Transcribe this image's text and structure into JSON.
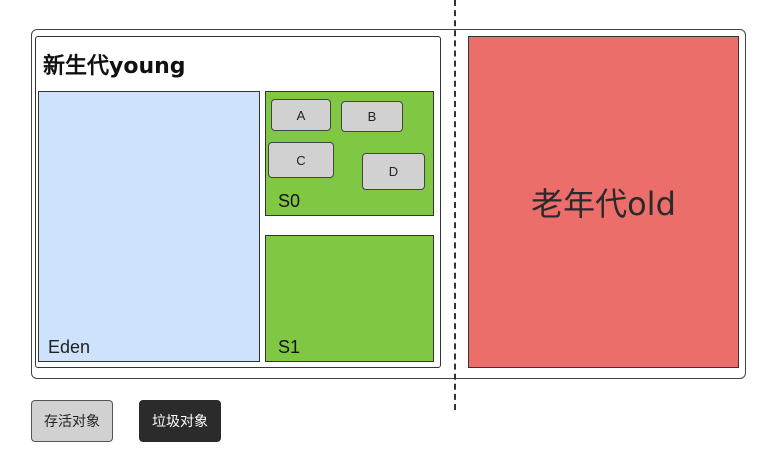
{
  "young_generation": {
    "title": "新生代young",
    "eden": {
      "label": "Eden",
      "color": "#cfe2fb"
    },
    "s0": {
      "label": "S0",
      "color": "#80c843",
      "objects": [
        "A",
        "B",
        "C",
        "D"
      ]
    },
    "s1": {
      "label": "S1",
      "color": "#80c843"
    }
  },
  "old_generation": {
    "label": "老年代old",
    "color": "#eb6e6a"
  },
  "legend": {
    "live_object": {
      "label": "存活对象",
      "color": "#d1d1d1"
    },
    "garbage_object": {
      "label": "垃圾对象",
      "color": "#2b2b2b"
    }
  }
}
